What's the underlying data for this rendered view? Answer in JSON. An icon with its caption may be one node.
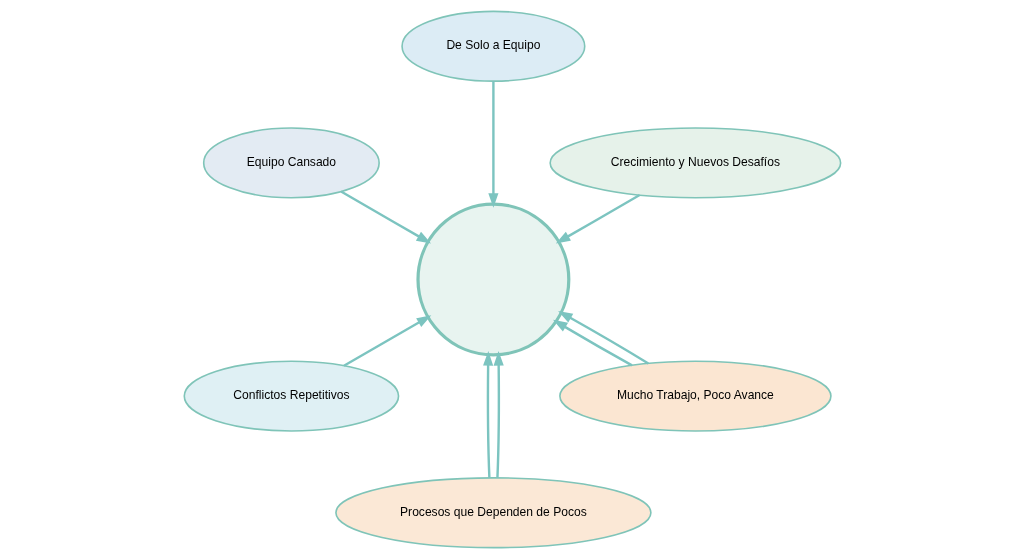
{
  "diagram": {
    "nodes": [
      {
        "text": [
          "Crecimiento y Nuevos Desafíos"
        ]
      },
      {
        "text": [
          "De Solo a Equipo"
        ]
      },
      {
        "text": [
          "Equipo Cansado"
        ]
      },
      {
        "text": [
          "Conflictos Repetitivos"
        ]
      },
      {
        "text": [],
        "shape": "picture"
      },
      {
        "text": [
          "Procesos que Dependen de Pocos"
        ]
      },
      {
        "text": [
          "Mucho Trabajo, Poco Avance"
        ]
      }
    ],
    "edges": [
      {
        "from": 0,
        "to": 4,
        "arrow": "to"
      },
      {
        "from": 1,
        "to": 4,
        "arrow": "to"
      },
      {
        "from": 2,
        "to": 4,
        "arrow": "to"
      },
      {
        "from": 3,
        "to": 4,
        "arrow": "to"
      },
      {
        "from": 5,
        "to": 4,
        "arrow": "to"
      },
      {
        "from": 5,
        "to": 4,
        "arrow": "to"
      },
      {
        "from": 6,
        "to": 4,
        "arrow": "to"
      },
      {
        "from": 6,
        "to": 4,
        "arrow": "to"
      }
    ]
  }
}
